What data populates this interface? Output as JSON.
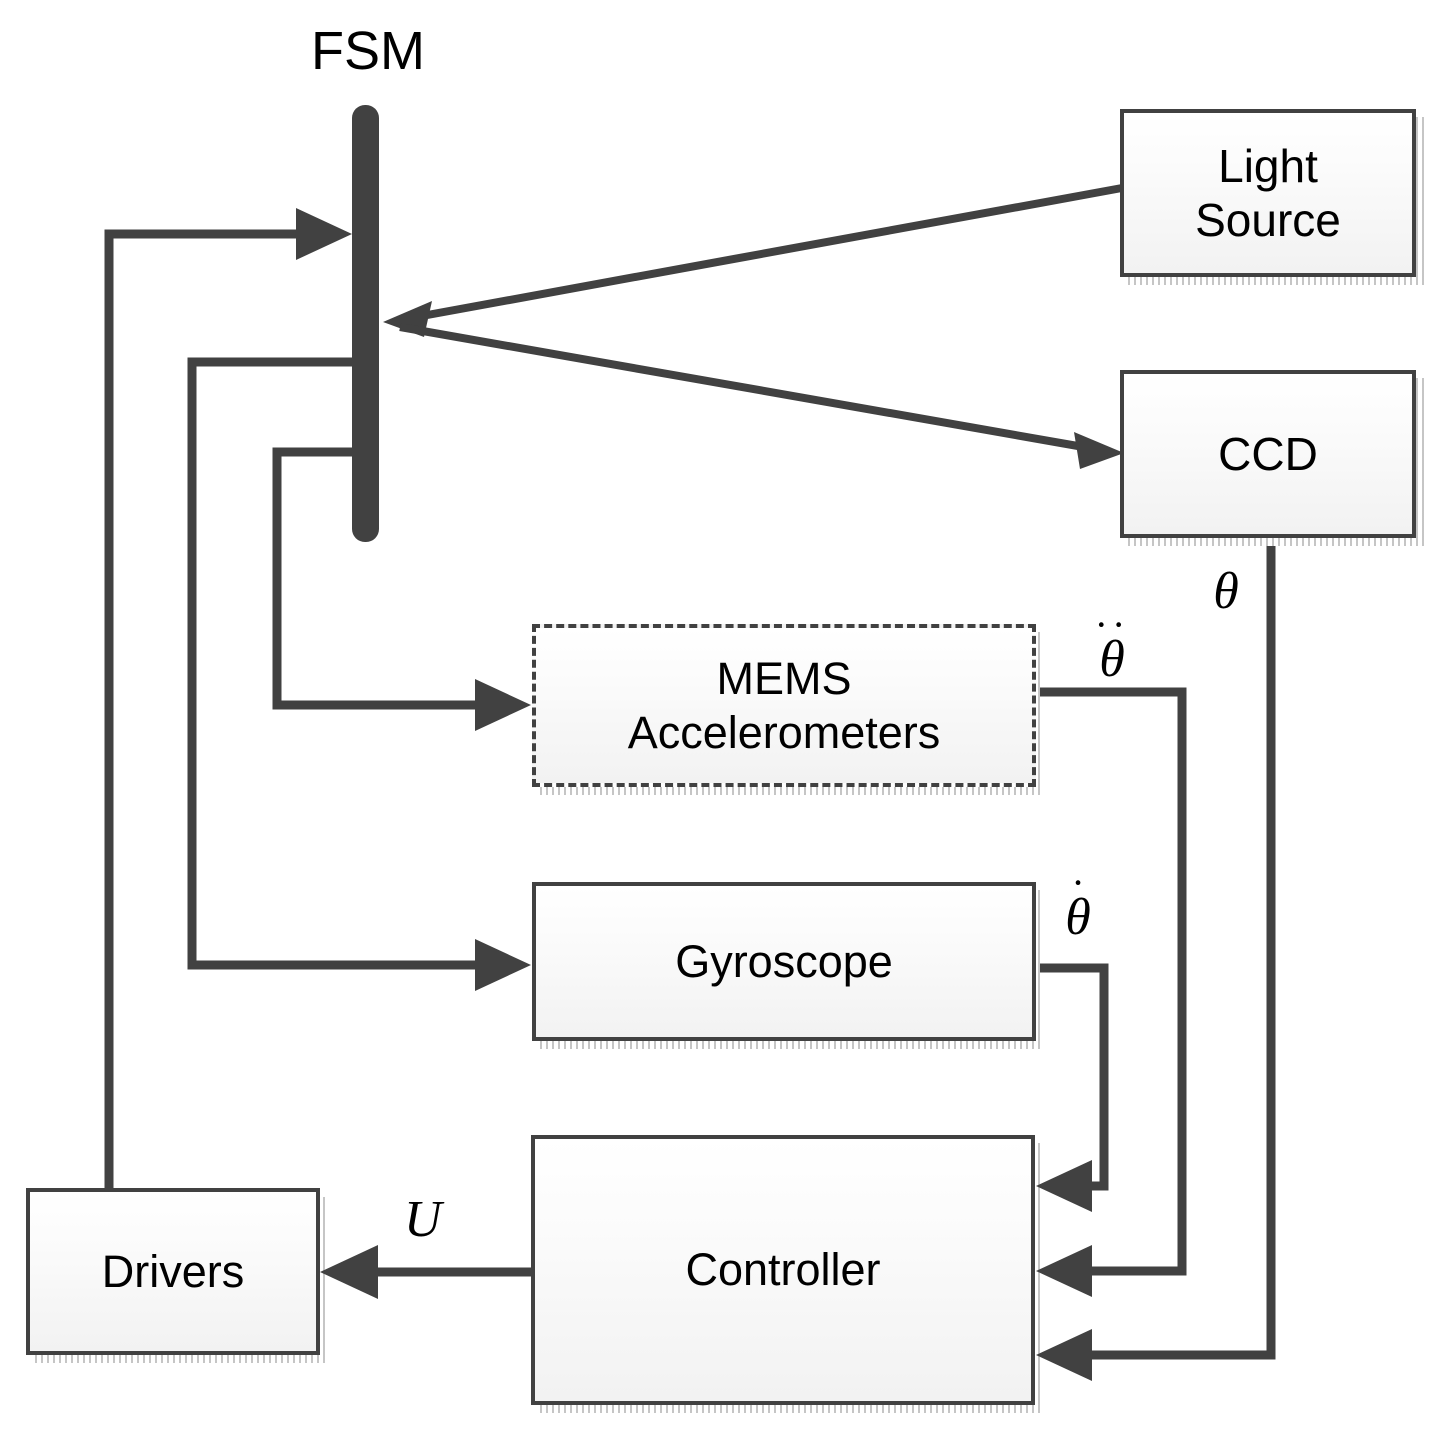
{
  "diagram": {
    "title": "Fast Steering Mirror multi-loop control block diagram",
    "accent_color": "#414141",
    "background_color": "#ffffff",
    "box_fill_top": "#ffffff",
    "box_fill_bottom": "#f2f2f2"
  },
  "labels": {
    "fsm": "FSM",
    "light_source": "Light\nSource",
    "light_source_line1": "Light",
    "light_source_line2": "Source",
    "ccd": "CCD",
    "mems_line1": "MEMS",
    "mems_line2": "Accelerometers",
    "gyroscope": "Gyroscope",
    "controller": "Controller",
    "drivers": "Drivers"
  },
  "signals": {
    "theta": {
      "glyph": "θ",
      "dots": "",
      "name": "angle",
      "source": "CCD",
      "target": "Controller"
    },
    "theta_dot": {
      "glyph": "θ",
      "dots": "·",
      "name": "angular-velocity",
      "source": "Gyroscope",
      "target": "Controller"
    },
    "theta_ddot": {
      "glyph": "θ",
      "dots": "··",
      "name": "angular-acceleration",
      "source": "MEMS Accelerometers",
      "target": "Controller"
    },
    "u": {
      "glyph": "U",
      "name": "control-signal",
      "source": "Controller",
      "target": "Drivers"
    }
  },
  "blocks": [
    {
      "id": "light-source",
      "label": "Light Source",
      "border": "solid"
    },
    {
      "id": "ccd",
      "label": "CCD",
      "border": "solid"
    },
    {
      "id": "mems-accelerometers",
      "label": "MEMS Accelerometers",
      "border": "dashed"
    },
    {
      "id": "gyroscope",
      "label": "Gyroscope",
      "border": "solid"
    },
    {
      "id": "controller",
      "label": "Controller",
      "border": "solid"
    },
    {
      "id": "drivers",
      "label": "Drivers",
      "border": "solid"
    },
    {
      "id": "fsm-mirror",
      "label": "FSM",
      "border": "none"
    }
  ],
  "connections": [
    {
      "from": "light-source",
      "to": "fsm-mirror",
      "kind": "optical-beam",
      "signal": ""
    },
    {
      "from": "fsm-mirror",
      "to": "ccd",
      "kind": "optical-beam",
      "signal": ""
    },
    {
      "from": "fsm-mirror",
      "to": "mems-accelerometers",
      "kind": "mechanical",
      "signal": ""
    },
    {
      "from": "fsm-mirror",
      "to": "gyroscope",
      "kind": "mechanical",
      "signal": ""
    },
    {
      "from": "ccd",
      "to": "controller",
      "kind": "feedback",
      "signal": "θ"
    },
    {
      "from": "mems-accelerometers",
      "to": "controller",
      "kind": "feedback",
      "signal": "θ̈"
    },
    {
      "from": "gyroscope",
      "to": "controller",
      "kind": "feedback",
      "signal": "θ̇"
    },
    {
      "from": "controller",
      "to": "drivers",
      "kind": "command",
      "signal": "U"
    },
    {
      "from": "drivers",
      "to": "fsm-mirror",
      "kind": "actuation",
      "signal": ""
    }
  ]
}
